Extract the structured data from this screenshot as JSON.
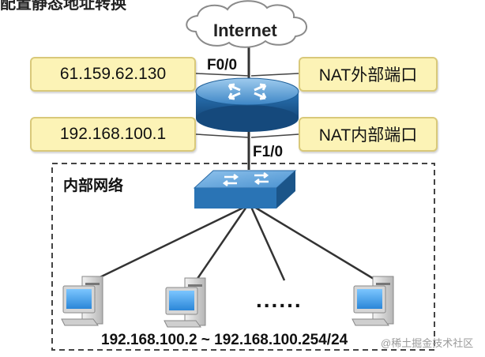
{
  "top_title": "配置静态地址转换",
  "cloud_label": "Internet",
  "router_interfaces": {
    "outside": "F0/0",
    "inside": "F1/0"
  },
  "nat_boxes": {
    "outside_ip": "61.159.62.130",
    "outside_port": "NAT外部端口",
    "inside_ip": "192.168.100.1",
    "inside_port": "NAT内部端口"
  },
  "lan": {
    "title": "内部网络",
    "ellipsis": "......",
    "range": "192.168.100.2 ~ 192.168.100.254/24"
  },
  "watermark": "@稀土掘金技术社区",
  "colors": {
    "box_fill": "#fcf3b6",
    "device_blue": "#2f7ab8",
    "line": "#333333"
  },
  "icons": [
    "cloud-icon",
    "router-icon",
    "switch-icon",
    "pc-icon"
  ]
}
